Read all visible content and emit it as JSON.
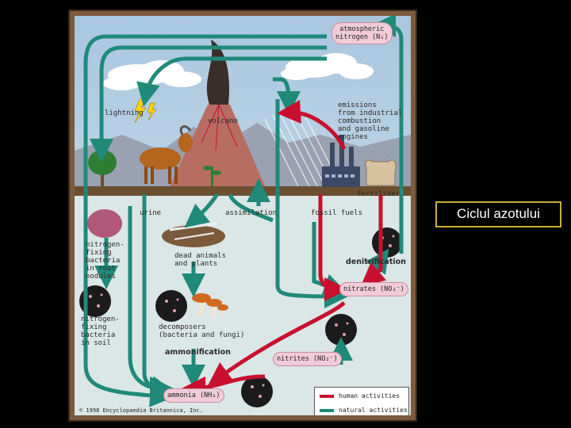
{
  "slide": {
    "title": "Ciclul azotului"
  },
  "diagram": {
    "labels": {
      "atmospheric": "atmospheric\nnitrogen (N₂)",
      "lightning": "lightning",
      "volcano": "volcano",
      "emissions": "emissions\nfrom industrial\ncombustion\nand gasoline\nengines",
      "fertilizer": "fertilizer",
      "urine": "urine",
      "assimilation": "assimilation",
      "fossil_fuels": "fossil fuels",
      "nitrogen_fixing_root": "nitrogen-\nfixing\nbacteria\nin root\nnodules",
      "dead_animals": "dead animals\nand plants",
      "denitrification": "denitrification",
      "nitrates": "nitrates (NO₃⁻)",
      "nitrogen_fixing_soil": "nitrogen-\nfixing\nbacteria\nin soil",
      "decomposers": "decomposers\n(bacteria and fungi)",
      "ammonification": "ammonification",
      "nitrites": "nitrites (NO₂⁻)",
      "ammonia": "ammonia (NH₃)",
      "copyright": "© 1998 Encyclopaedia Britannica, Inc."
    },
    "legend": [
      {
        "label": "human activities",
        "color": "#c8102e"
      },
      {
        "label": "natural activities",
        "color": "#1f8a7a"
      }
    ],
    "colors": {
      "natural": "#1f8a7a",
      "human": "#c8102e",
      "pill": "#f1ccd8"
    }
  }
}
